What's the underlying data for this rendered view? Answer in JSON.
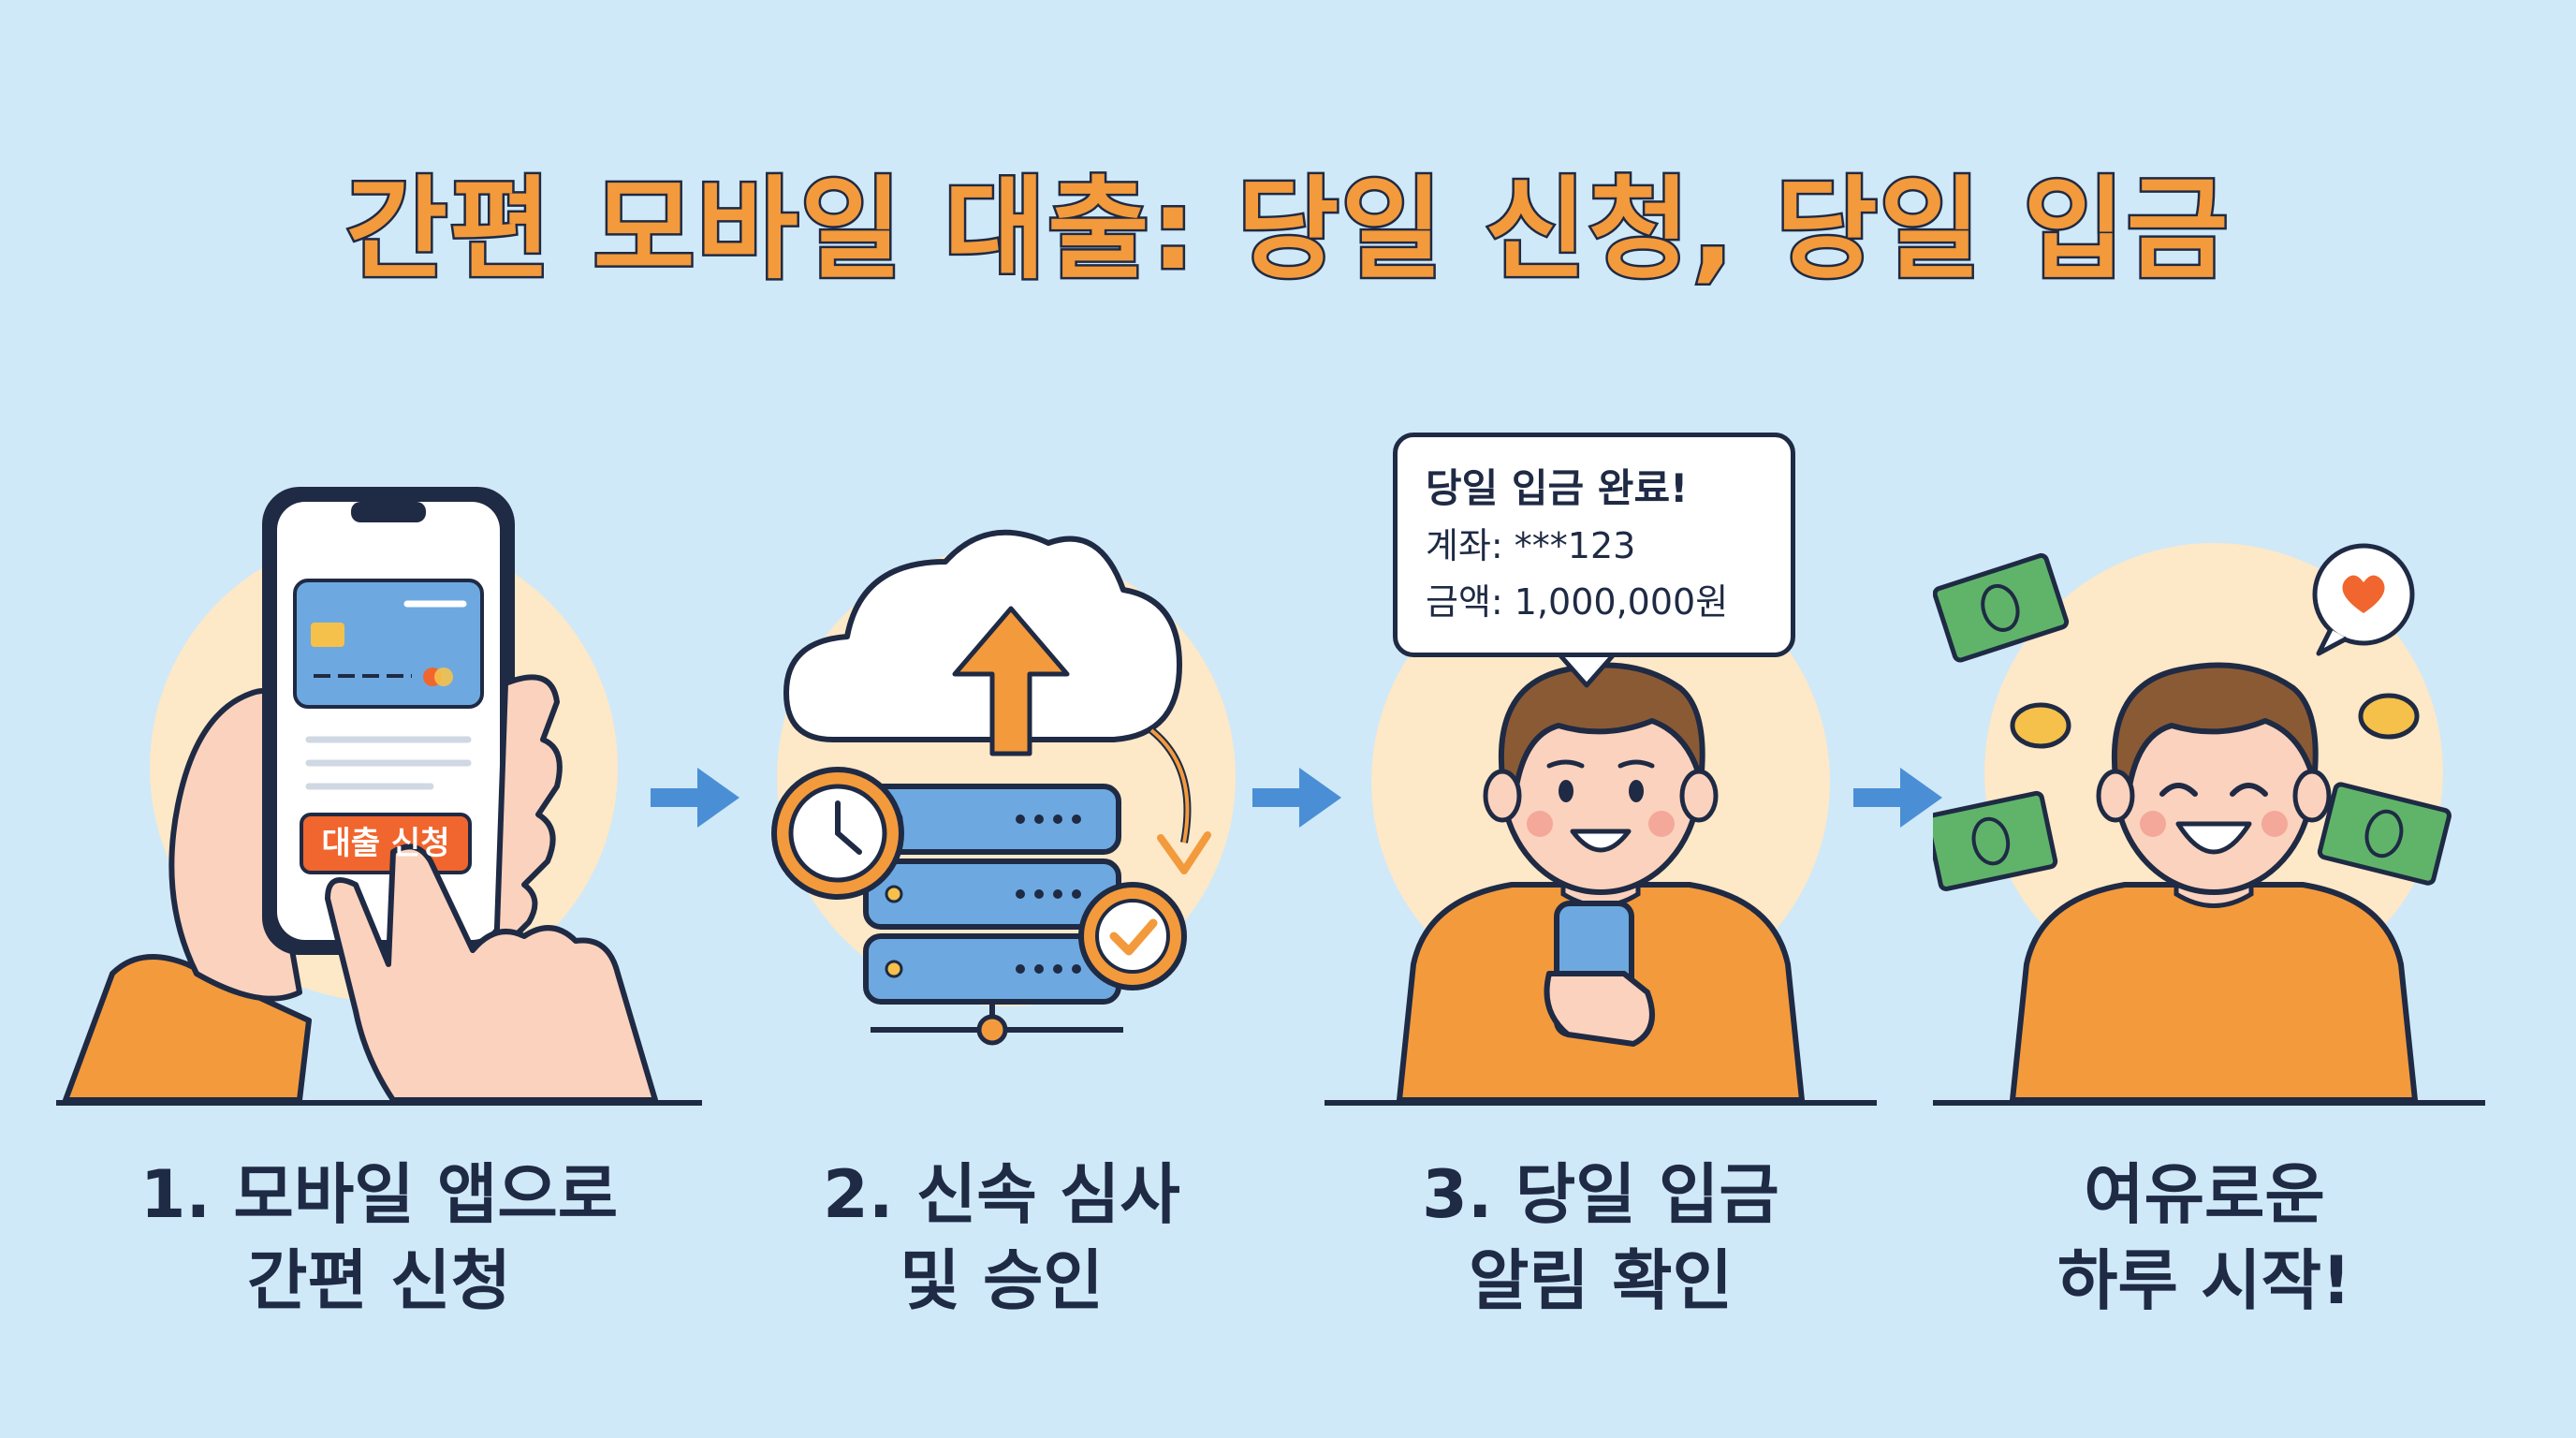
{
  "title": "간편 모바일 대출: 당일 신청, 당일 입금",
  "colors": {
    "background": "#cfe9f8",
    "accent_orange": "#f39a3c",
    "dark_outline": "#1f2a44",
    "arrow_blue": "#4a8fd6",
    "halo": "#fde8c8",
    "button_red": "#f0662e"
  },
  "steps": [
    {
      "caption_line1": "1. 모바일 앱으로",
      "caption_line2": "간편 신청",
      "button_label": "대출 신청",
      "icon": "phone-in-hand-icon"
    },
    {
      "caption_line1": "2. 신속 심사",
      "caption_line2": "및 승인",
      "icon": "cloud-server-icon"
    },
    {
      "caption_line1": "3. 당일 입금",
      "caption_line2": "알림 확인",
      "icon": "person-with-phone-icon",
      "notification": {
        "title": "당일 입금 완료!",
        "account": "계좌: ***123",
        "amount": "금액: 1,000,000원"
      }
    },
    {
      "caption_line1": "여유로운",
      "caption_line2": "하루 시작!",
      "icon": "happy-person-with-money-icon"
    }
  ]
}
